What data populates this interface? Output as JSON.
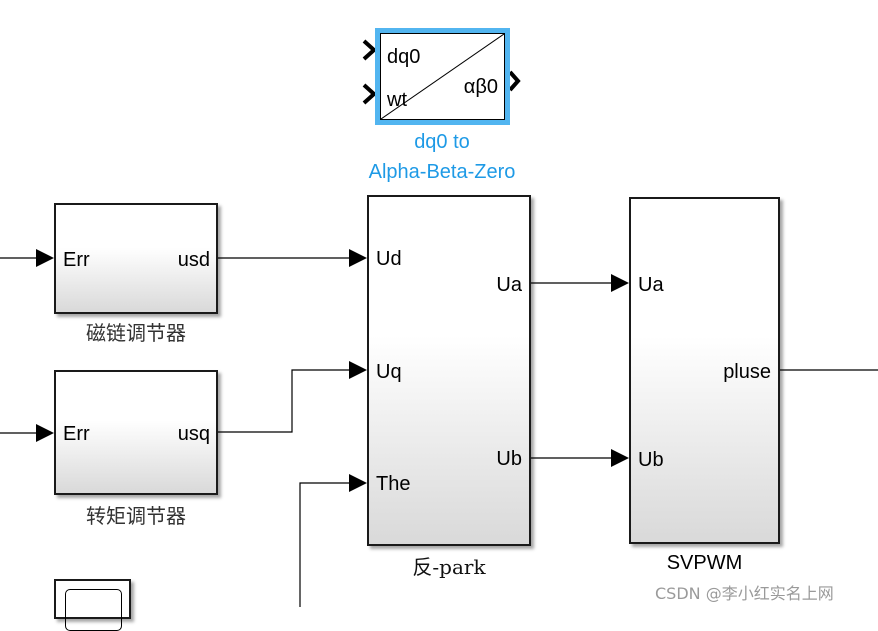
{
  "diagram": {
    "type": "simulink-model",
    "blocks": {
      "flux_regulator": {
        "label": "磁链调节器",
        "input": "Err",
        "output": "usd"
      },
      "torque_regulator": {
        "label": "转矩调节器",
        "input": "Err",
        "output": "usq"
      },
      "inverse_park": {
        "label": "反-park",
        "inputs": [
          "Ud",
          "Uq",
          "The"
        ],
        "outputs": [
          "Ua",
          "Ub"
        ]
      },
      "svpwm": {
        "label": "SVPWM",
        "inputs": [
          "Ua",
          "Ub"
        ],
        "output": "pluse"
      },
      "dq0_to_abc": {
        "label_line1": "dq0 to",
        "label_line2": "Alpha-Beta-Zero",
        "inputs": [
          "dq0",
          "wt"
        ],
        "output": "αβ0",
        "selected": true
      }
    },
    "connections": [
      "flux_regulator.usd -> inverse_park.Ud",
      "torque_regulator.usq -> inverse_park.Uq",
      "inverse_park.Ua -> svpwm.Ua",
      "inverse_park.Ub -> svpwm.Ub"
    ],
    "colors": {
      "selection": "#52b5f0",
      "selected_label": "#1e9ae6"
    }
  },
  "watermark": "CSDN @李小红实名上网"
}
